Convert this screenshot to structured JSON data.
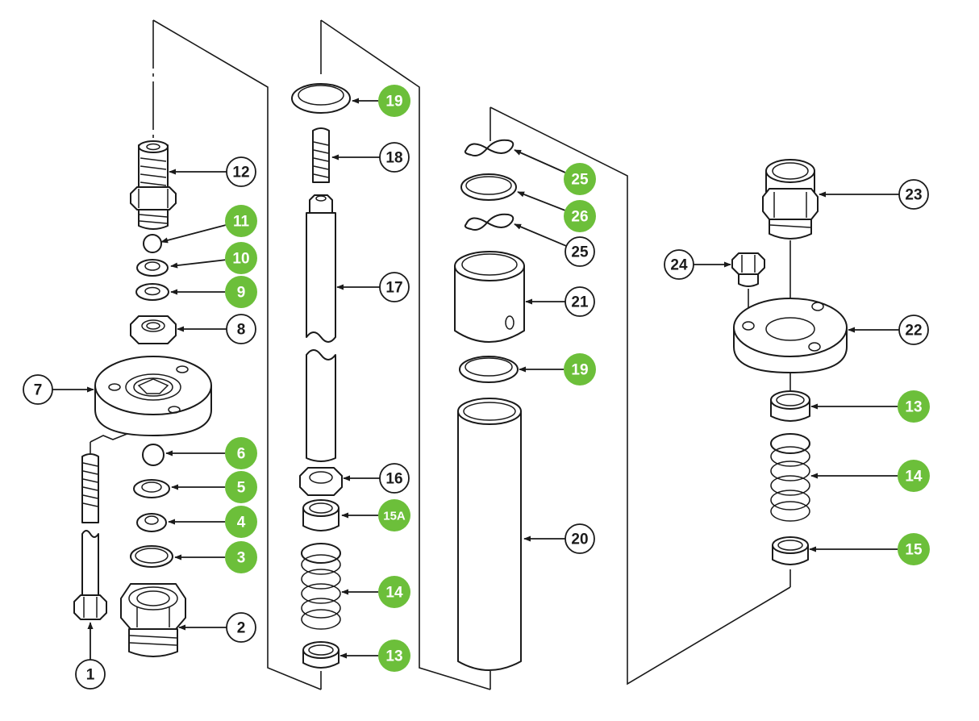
{
  "colors": {
    "highlight": "#6cbf3a",
    "line": "#1a1a1a",
    "plain_fill": "#ffffff",
    "highlight_text": "#ffffff",
    "plain_text": "#1a1a1a"
  },
  "callouts": [
    {
      "label": "1",
      "highlighted": false
    },
    {
      "label": "2",
      "highlighted": false
    },
    {
      "label": "3",
      "highlighted": true
    },
    {
      "label": "4",
      "highlighted": true
    },
    {
      "label": "5",
      "highlighted": true
    },
    {
      "label": "6",
      "highlighted": true
    },
    {
      "label": "7",
      "highlighted": false
    },
    {
      "label": "8",
      "highlighted": false
    },
    {
      "label": "9",
      "highlighted": true
    },
    {
      "label": "10",
      "highlighted": true
    },
    {
      "label": "11",
      "highlighted": true
    },
    {
      "label": "12",
      "highlighted": false
    },
    {
      "label": "19",
      "highlighted": true
    },
    {
      "label": "18",
      "highlighted": false
    },
    {
      "label": "17",
      "highlighted": false
    },
    {
      "label": "16",
      "highlighted": false
    },
    {
      "label": "15A",
      "highlighted": true
    },
    {
      "label": "14",
      "highlighted": true
    },
    {
      "label": "13",
      "highlighted": true
    },
    {
      "label": "25",
      "highlighted": true
    },
    {
      "label": "26",
      "highlighted": true
    },
    {
      "label": "25",
      "highlighted": false
    },
    {
      "label": "21",
      "highlighted": false
    },
    {
      "label": "19",
      "highlighted": true
    },
    {
      "label": "20",
      "highlighted": false
    },
    {
      "label": "23",
      "highlighted": false
    },
    {
      "label": "24",
      "highlighted": false
    },
    {
      "label": "22",
      "highlighted": false
    },
    {
      "label": "13",
      "highlighted": true
    },
    {
      "label": "14",
      "highlighted": true
    },
    {
      "label": "15",
      "highlighted": true
    }
  ]
}
